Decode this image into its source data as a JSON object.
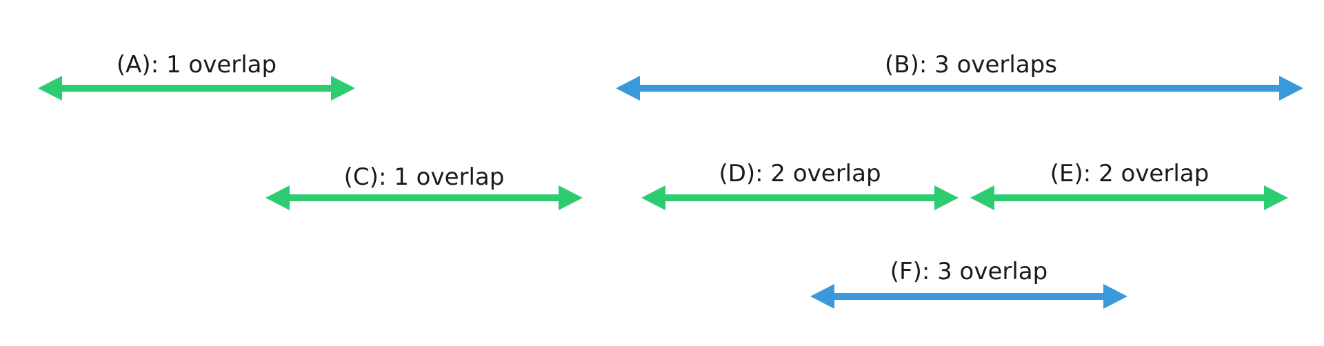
{
  "colors": {
    "green": "#2ecc71",
    "blue": "#3a9ad9"
  },
  "intervals": [
    {
      "id": "A",
      "label": "(A): 1 overlap",
      "color": "green"
    },
    {
      "id": "B",
      "label": "(B): 3 overlaps",
      "color": "blue"
    },
    {
      "id": "C",
      "label": "(C): 1 overlap",
      "color": "green"
    },
    {
      "id": "D",
      "label": "(D): 2 overlap",
      "color": "green"
    },
    {
      "id": "E",
      "label": "(E): 2 overlap",
      "color": "green"
    },
    {
      "id": "F",
      "label": "(F): 3 overlap",
      "color": "blue"
    }
  ]
}
